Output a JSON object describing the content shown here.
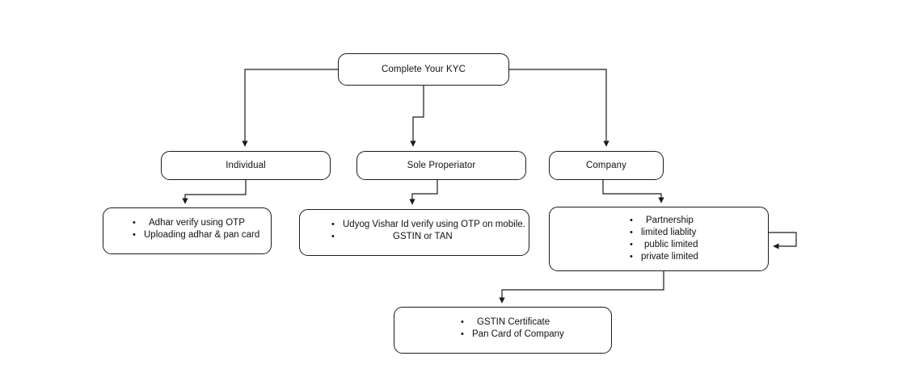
{
  "diagram": {
    "title": "Complete Your KYC flowchart",
    "stroke_color": "#1b1b1b",
    "fill_color": "#ffffff",
    "text_color": "#111111"
  },
  "root": {
    "label": "Complete Your KYC"
  },
  "branches": [
    {
      "id": "individual",
      "label": "Individual"
    },
    {
      "id": "sole",
      "label": "Sole Properiator"
    },
    {
      "id": "company",
      "label": "Company"
    }
  ],
  "lists": {
    "individual": {
      "items": [
        "Adhar verify using OTP",
        "Uploading adhar & pan card"
      ]
    },
    "sole": {
      "items": [
        "Udyog Vishar Id verify using OTP on mobile.",
        "GSTIN or TAN"
      ]
    },
    "company": {
      "items": [
        "Partnership",
        "limited liablity",
        "public limited",
        "private limited"
      ]
    },
    "bottom": {
      "items": [
        "GSTIN Certificate",
        "Pan Card of Company"
      ]
    }
  }
}
